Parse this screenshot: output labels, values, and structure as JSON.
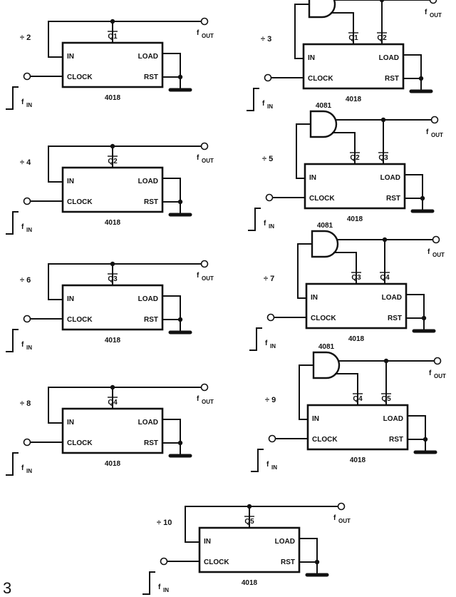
{
  "figure_number": "3",
  "ic_name": "4018",
  "gate_name": "4081",
  "pins": {
    "in": "IN",
    "clock": "CLOCK",
    "load": "LOAD",
    "rst": "RST"
  },
  "f_out": {
    "base": "f",
    "sub": "OUT"
  },
  "f_in": {
    "base": "f",
    "sub": "IN"
  },
  "circuits": [
    {
      "divider": "÷ 2",
      "taps": [
        "Q1"
      ]
    },
    {
      "divider": "÷ 3",
      "taps": [
        "Q1",
        "Q2"
      ]
    },
    {
      "divider": "÷ 4",
      "taps": [
        "Q2"
      ]
    },
    {
      "divider": "÷ 5",
      "taps": [
        "Q2",
        "Q3"
      ]
    },
    {
      "divider": "÷ 6",
      "taps": [
        "Q3"
      ]
    },
    {
      "divider": "÷ 7",
      "taps": [
        "Q3",
        "Q4"
      ]
    },
    {
      "divider": "÷ 8",
      "taps": [
        "Q4"
      ]
    },
    {
      "divider": "÷ 9",
      "taps": [
        "Q4",
        "Q5"
      ]
    },
    {
      "divider": "÷ 10",
      "taps": [
        "Q5"
      ]
    }
  ]
}
